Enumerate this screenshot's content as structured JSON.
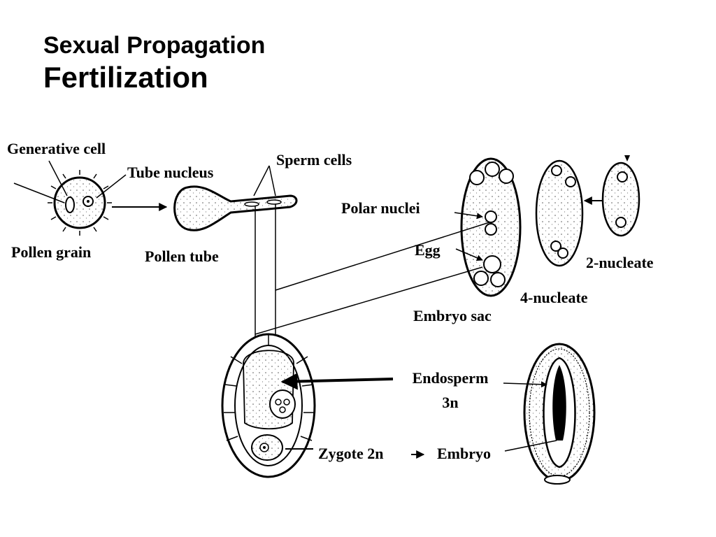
{
  "slide": {
    "title": "Sexual Propagation",
    "subtitle": "Fertilization"
  },
  "labels": {
    "generative_cell": "Generative cell",
    "tube_nucleus": "Tube nucleus",
    "sperm_cells": "Sperm cells",
    "polar_nuclei": "Polar nuclei",
    "egg": "Egg",
    "pollen_grain": "Pollen grain",
    "pollen_tube": "Pollen tube",
    "two_nucleate": "2-nucleate",
    "four_nucleate": "4-nucleate",
    "embryo_sac": "Embryo sac",
    "endosperm": "Endosperm",
    "endosperm_ploidy": "3n",
    "zygote": "Zygote 2n",
    "embryo": "Embryo"
  }
}
